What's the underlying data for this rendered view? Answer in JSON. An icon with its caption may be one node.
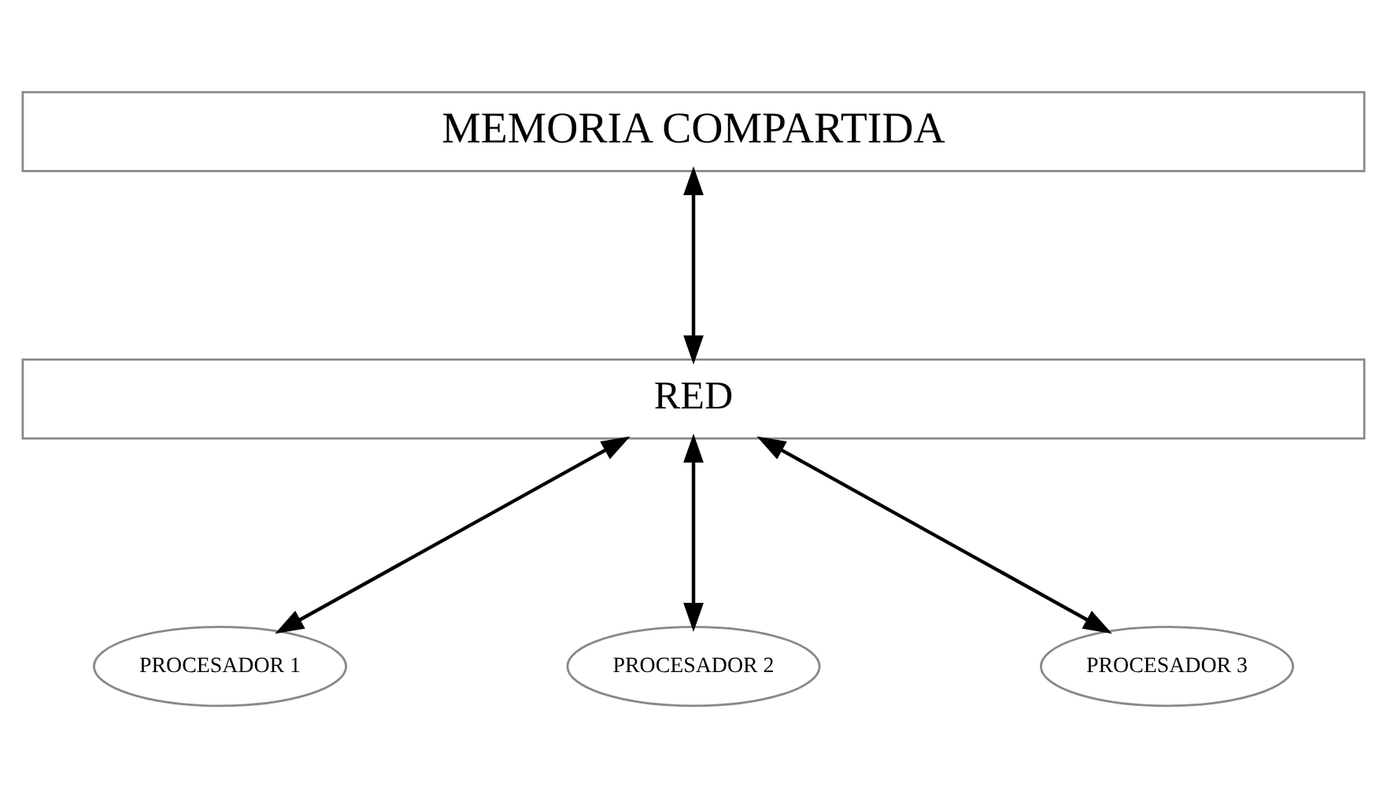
{
  "diagram": {
    "nodes": [
      {
        "text": [
          "MEMORIA COMPARTIDA"
        ]
      },
      {
        "text": [
          "RED"
        ]
      },
      {
        "text": [
          "PROCESADOR 1"
        ]
      },
      {
        "text": [
          "PROCESADOR 2"
        ]
      },
      {
        "text": [
          "PROCESADOR 3"
        ]
      }
    ],
    "edges": [
      {
        "from": 0,
        "to": 1,
        "arrow": "both"
      },
      {
        "from": 1,
        "to": 2,
        "arrow": "both"
      },
      {
        "from": 1,
        "to": 3,
        "arrow": "both"
      },
      {
        "from": 1,
        "to": 4,
        "arrow": "both"
      }
    ]
  }
}
